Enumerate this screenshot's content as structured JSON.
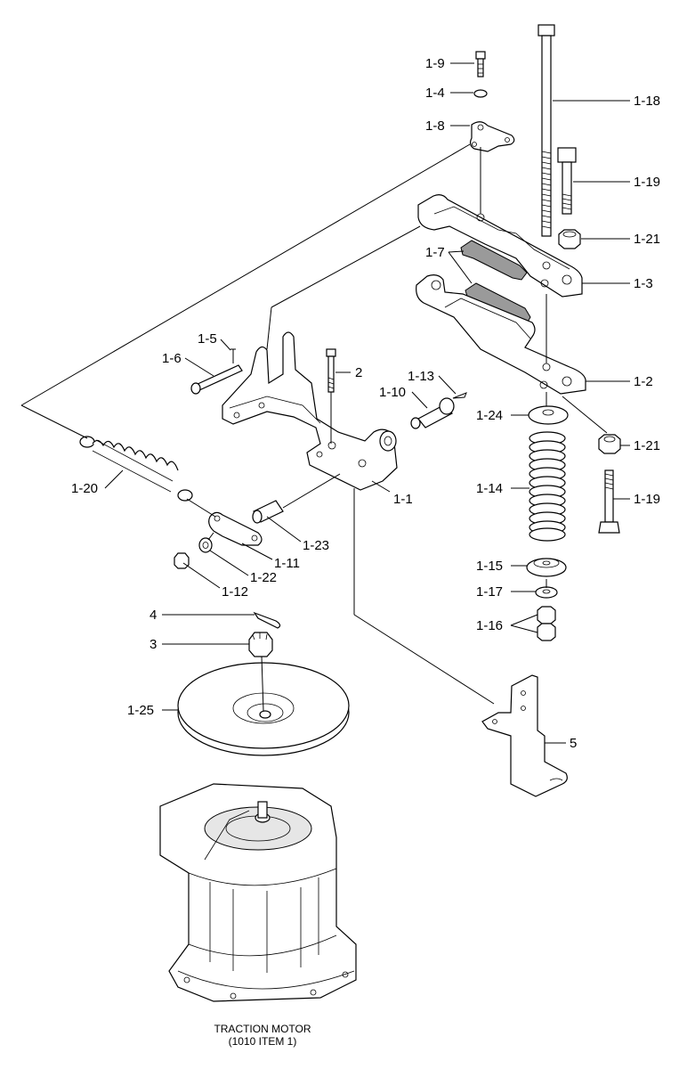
{
  "labels": {
    "l1_9": "1-9",
    "l1_4": "1-4",
    "l1_8": "1-8",
    "l1_18": "1-18",
    "l1_19a": "1-19",
    "l1_21a": "1-21",
    "l1_7": "1-7",
    "l1_3": "1-3",
    "l1_5": "1-5",
    "l1_6": "1-6",
    "l2": "2",
    "l1_13": "1-13",
    "l1_10": "1-10",
    "l1_2": "1-2",
    "l1_24": "1-24",
    "l1_21b": "1-21",
    "l1_20": "1-20",
    "l1_1": "1-1",
    "l1_14": "1-14",
    "l1_19b": "1-19",
    "l1_23": "1-23",
    "l1_11": "1-11",
    "l1_22": "1-22",
    "l1_12": "1-12",
    "l1_15": "1-15",
    "l1_17": "1-17",
    "l1_16": "1-16",
    "l4": "4",
    "l3": "3",
    "l1_25": "1-25",
    "l5": "5"
  },
  "caption": {
    "line1": "TRACTION MOTOR",
    "line2": "(1010 ITEM 1)"
  }
}
